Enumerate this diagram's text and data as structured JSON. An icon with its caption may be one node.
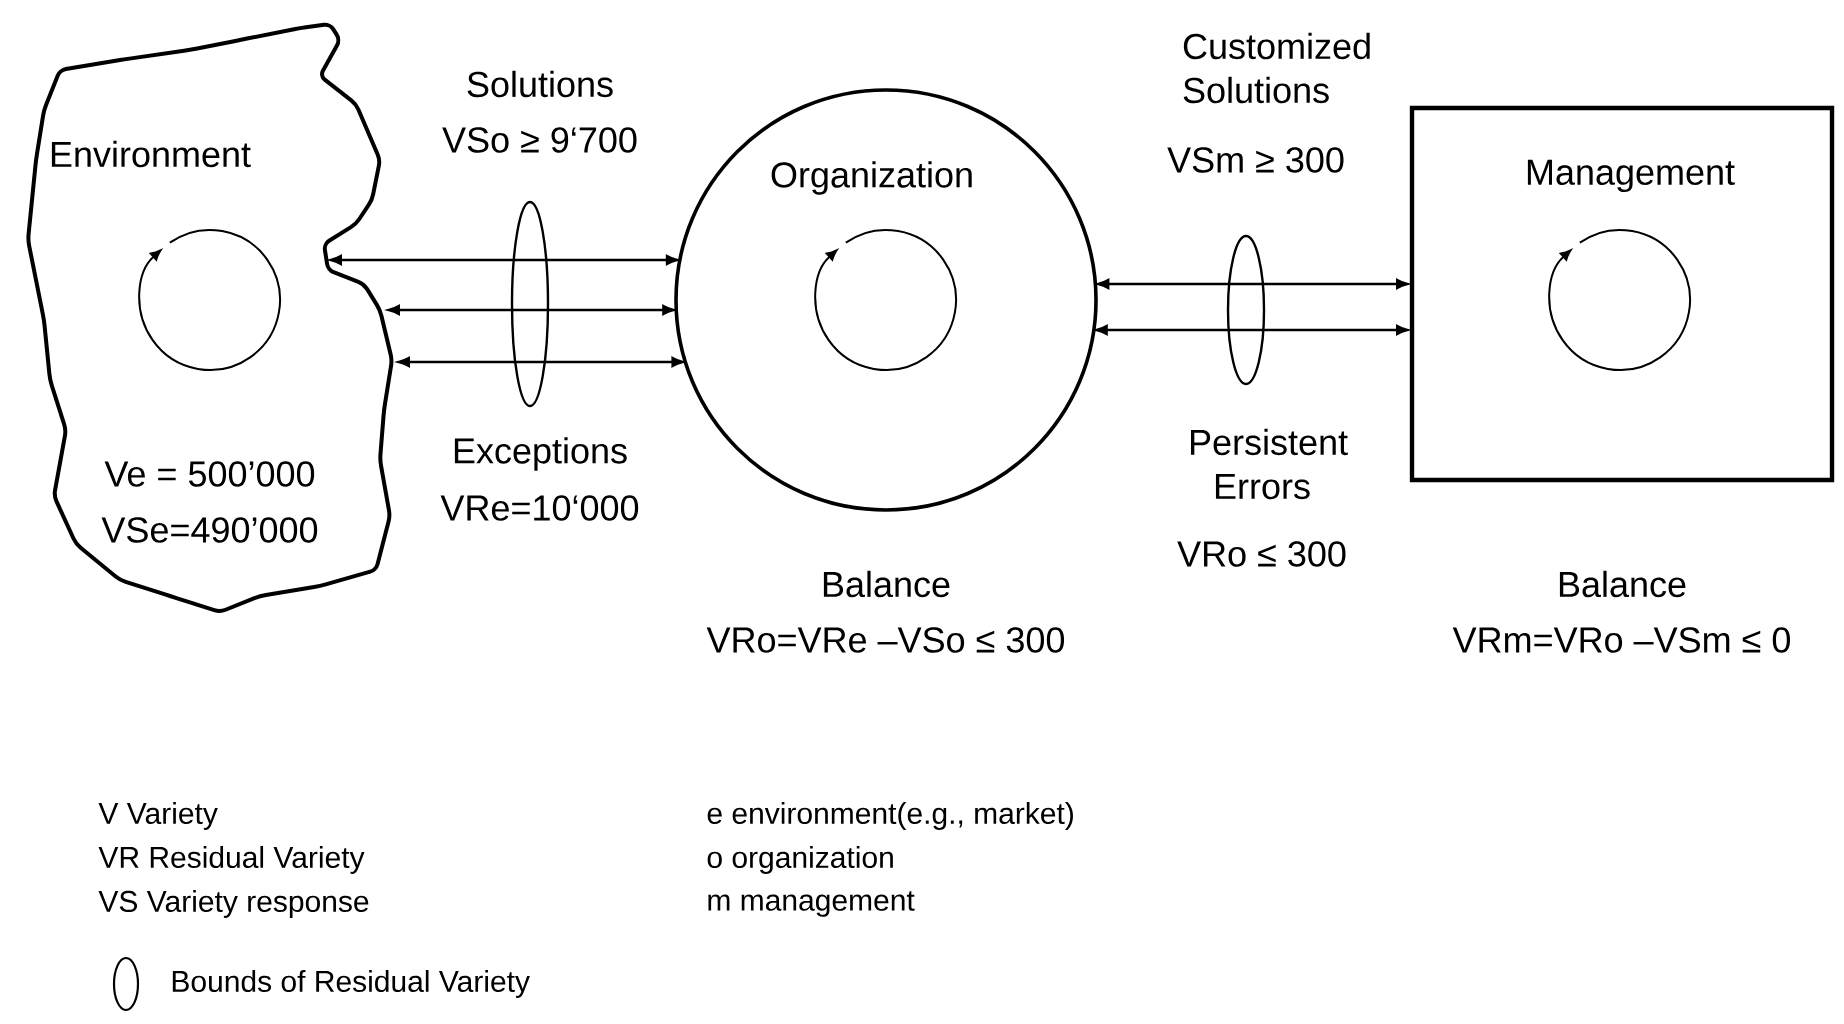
{
  "diagram": {
    "nodes": [
      {
        "text": [
          "Environment",
          "Ve = 500’000",
          "VSe=490’000"
        ]
      },
      {
        "text": [
          "Organization"
        ],
        "beside": [
          "Balance",
          "VRo=VRe –VSo ≤ 300"
        ]
      },
      {
        "text": [
          "Management"
        ],
        "beside": [
          "Balance",
          "VRm=VRo –VSm ≤ 0"
        ]
      }
    ],
    "edges": [
      {
        "from": 0,
        "to": 1,
        "arrow": "both"
      },
      {
        "from": 0,
        "to": 1,
        "arrow": "both"
      },
      {
        "from": 0,
        "to": 1,
        "arrow": "both"
      },
      {
        "from": 1,
        "to": 2,
        "arrow": "both"
      },
      {
        "from": 1,
        "to": 2,
        "arrow": "both"
      }
    ],
    "labels": [
      "Solutions",
      "VSo ≥ 9‘700",
      "Exceptions",
      "VRe=10‘000",
      "Customized Solutions",
      "VSm ≥ 300",
      "Persistent Errors",
      "VRo ≤ 300",
      "V  Variety",
      "e environment(e.g., market)",
      "VR Residual Variety",
      "o organization",
      "VS Variety response",
      "m management"
    ],
    "legend": [
      {
        "text": "Bounds of Residual Variety"
      }
    ]
  }
}
